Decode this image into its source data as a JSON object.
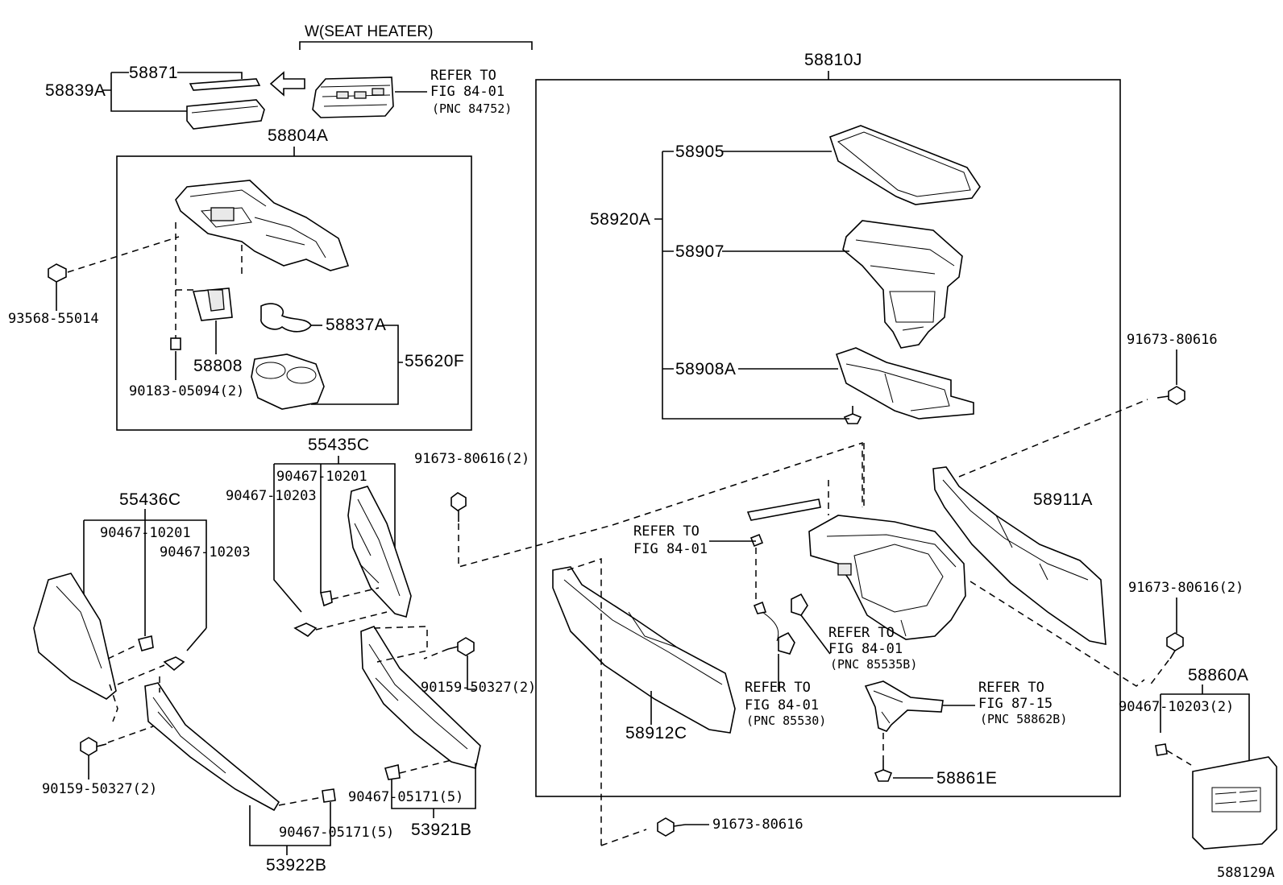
{
  "labels": {
    "w_seat_heater": "W(SEAT HEATER)",
    "p58871": "58871",
    "p58839A": "58839A",
    "refer_seat_line1": "REFER TO",
    "refer_seat_line2": "FIG 84-01",
    "refer_seat_line3": "(PNC 84752)",
    "p58804A": "58804A",
    "p93568": "93568-55014",
    "p58837A": "58837A",
    "p55620F": "55620F",
    "p58808": "58808",
    "p90183": "90183-05094(2)",
    "p55435C": "55435C",
    "p90467_10201_a": "90467-10201",
    "p90467_10203_a": "90467-10203",
    "p91673_80616_2a": "91673-80616(2)",
    "p55436C": "55436C",
    "p90467_10201_b": "90467-10201",
    "p90467_10203_b": "90467-10203",
    "p90159_50327_a": "90159-50327(2)",
    "p90159_50327_b": "90159-50327(2)",
    "p90467_05171_a": "90467-05171(5)",
    "p53921B": "53921B",
    "p90467_05171_b": "90467-05171(5)",
    "p53922B": "53922B",
    "p58810J": "58810J",
    "p58905": "58905",
    "p58907": "58907",
    "p58920A": "58920A",
    "p58908A": "58908A",
    "p91673_80616_r1": "91673-80616",
    "p58911A": "58911A",
    "refer_a_line1": "REFER TO",
    "refer_a_line2": "FIG 84-01",
    "refer_b_line1": "REFER TO",
    "refer_b_line2": "FIG 84-01",
    "refer_b_line3": "(PNC 85535B)",
    "refer_c_line1": "REFER TO",
    "refer_c_line2": "FIG 84-01",
    "refer_c_line3": "(PNC 85530)",
    "refer_d_line1": "REFER TO",
    "refer_d_line2": "FIG 87-15",
    "refer_d_line3": "(PNC 58862B)",
    "p58912C": "58912C",
    "p58861E": "58861E",
    "p91673_80616_b": "91673-80616",
    "p91673_80616_2b": "91673-80616(2)",
    "p58860A": "58860A",
    "p90467_10203_2": "90467-10203(2)",
    "figure_id": "588129A"
  }
}
